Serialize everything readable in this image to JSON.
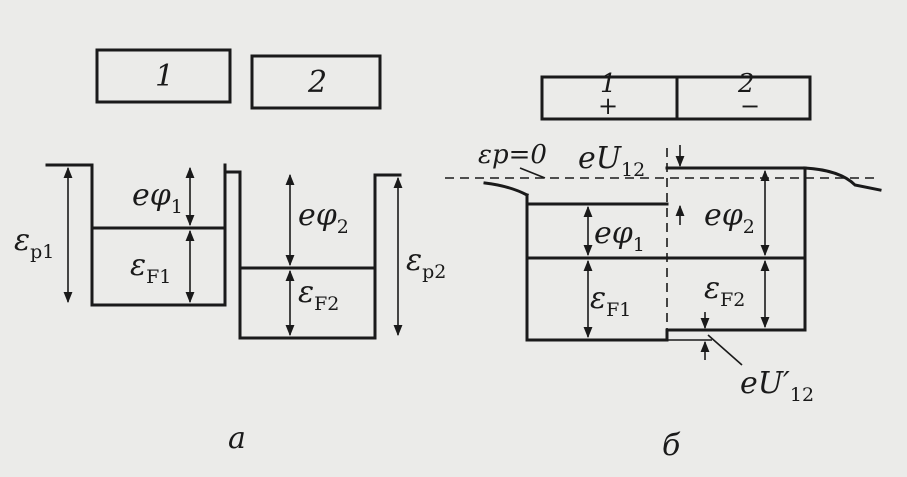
{
  "panel_a": {
    "caption": "а",
    "metal1_label": "1",
    "metal2_label": "2",
    "labels": {
      "ep1": "ε",
      "ep1_sub": "p1",
      "ephi1": "eφ",
      "ephi1_sub": "1",
      "eF1": "ε",
      "eF1_sub": "F1",
      "ephi2": "eφ",
      "ephi2_sub": "2",
      "eF2": "ε",
      "eF2_sub": "F2",
      "ep2": "ε",
      "ep2_sub": "p2"
    }
  },
  "panel_b": {
    "caption": "б",
    "metal1_label": "1",
    "metal1_sign": "+",
    "metal2_label": "2",
    "metal2_sign": "−",
    "labels": {
      "ep0": "εp=0",
      "eU12": "eU",
      "eU12_sub": "12",
      "ephi1": "eφ",
      "ephi1_sub": "1",
      "eF1": "ε",
      "eF1_sub": "F1",
      "ephi2": "eφ",
      "ephi2_sub": "2",
      "eF2": "ε",
      "eF2_sub": "F2",
      "eU12p": "eU′",
      "eU12p_sub": "12"
    }
  }
}
